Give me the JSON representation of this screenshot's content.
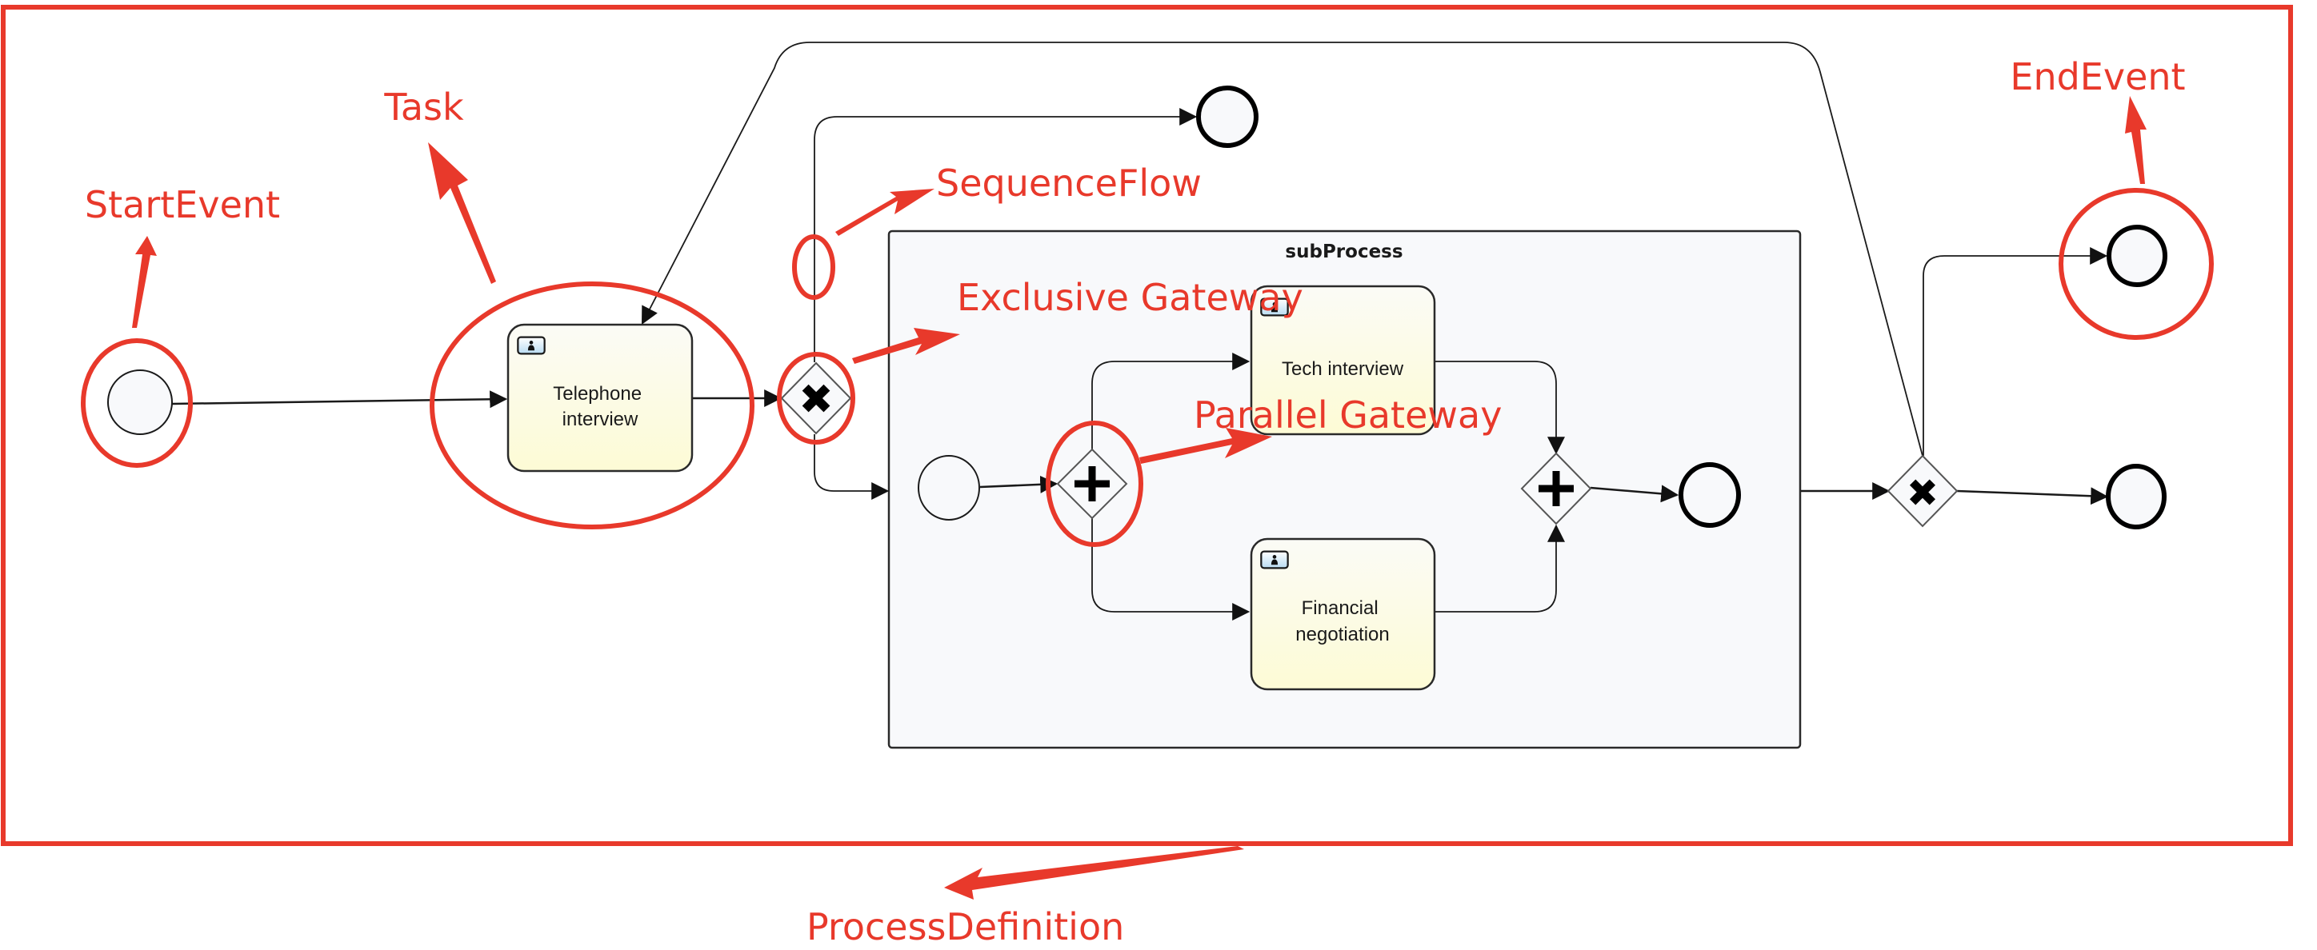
{
  "diagram": {
    "type": "BPMN process diagram",
    "subprocess": {
      "title": "subProcess"
    },
    "tasks": [
      {
        "id": "telephone",
        "label_lines": [
          "Telephone",
          "interview"
        ],
        "icon": "user-task-icon"
      },
      {
        "id": "tech",
        "label_lines": [
          "Tech interview"
        ],
        "icon": "user-task-icon"
      },
      {
        "id": "financial",
        "label_lines": [
          "Financial",
          "negotiation"
        ],
        "icon": "user-task-icon"
      }
    ],
    "events": [
      {
        "id": "start",
        "kind": "start"
      },
      {
        "id": "end-top",
        "kind": "end"
      },
      {
        "id": "sub-start",
        "kind": "start"
      },
      {
        "id": "sub-end",
        "kind": "end"
      },
      {
        "id": "end-right-top",
        "kind": "end"
      },
      {
        "id": "end-right-bottom",
        "kind": "end"
      }
    ],
    "gateways": [
      {
        "id": "xor-1",
        "kind": "exclusive",
        "symbol": "✖"
      },
      {
        "id": "and-split",
        "kind": "parallel",
        "symbol": "+"
      },
      {
        "id": "and-join",
        "kind": "parallel",
        "symbol": "+"
      },
      {
        "id": "xor-2",
        "kind": "exclusive",
        "symbol": "✖"
      }
    ]
  },
  "annotations": {
    "start_event": "StartEvent",
    "task": "Task",
    "sequence_flow": "SequenceFlow",
    "exclusive_gateway": "Exclusive Gateway",
    "parallel_gateway": "Parallel Gateway",
    "end_event": "EndEvent",
    "process_definition": "ProcessDefinition"
  },
  "colors": {
    "annotation": "#e8392b",
    "task_fill_top": "#fbfbf6",
    "task_fill_bottom": "#fdfbd5",
    "subprocess_fill": "#f8f9fb",
    "stroke": "#1a1a1a"
  }
}
